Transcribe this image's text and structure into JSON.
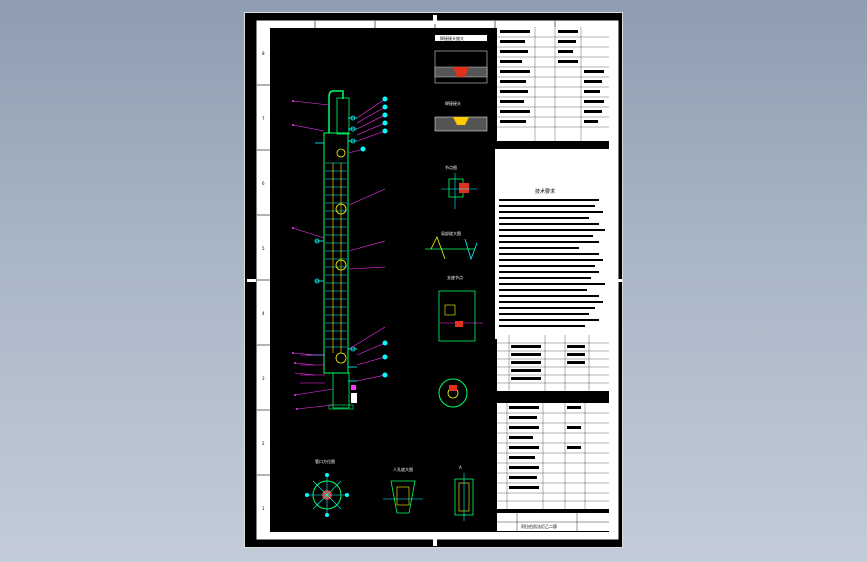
{
  "drawing": {
    "title_block": {
      "drawing_name": "阿拉伯凯法尼乙二醇",
      "drawing_no": ""
    },
    "technical_requirements_title": "技术要求",
    "section_titles": {
      "weld_detail_a": "焊接接头放大",
      "weld_detail_b": "焊接接头",
      "detail_1": "节点图",
      "detail_2": "局部放大图",
      "detail_3": "支座节点",
      "detail_4": "",
      "bottom_view_1": "管口方位图",
      "bottom_view_2": "人孔放大图",
      "bottom_view_3": "A"
    },
    "border_labels_left": [
      "8",
      "7",
      "6",
      "5",
      "4",
      "3",
      "2",
      "1"
    ],
    "colors": {
      "sheet_bg": "#000000",
      "column_outline": "#00ff66",
      "nozzle_lines": "#00ffff",
      "leader_lines": "#ff33ff",
      "tables": "#ffffff"
    }
  }
}
